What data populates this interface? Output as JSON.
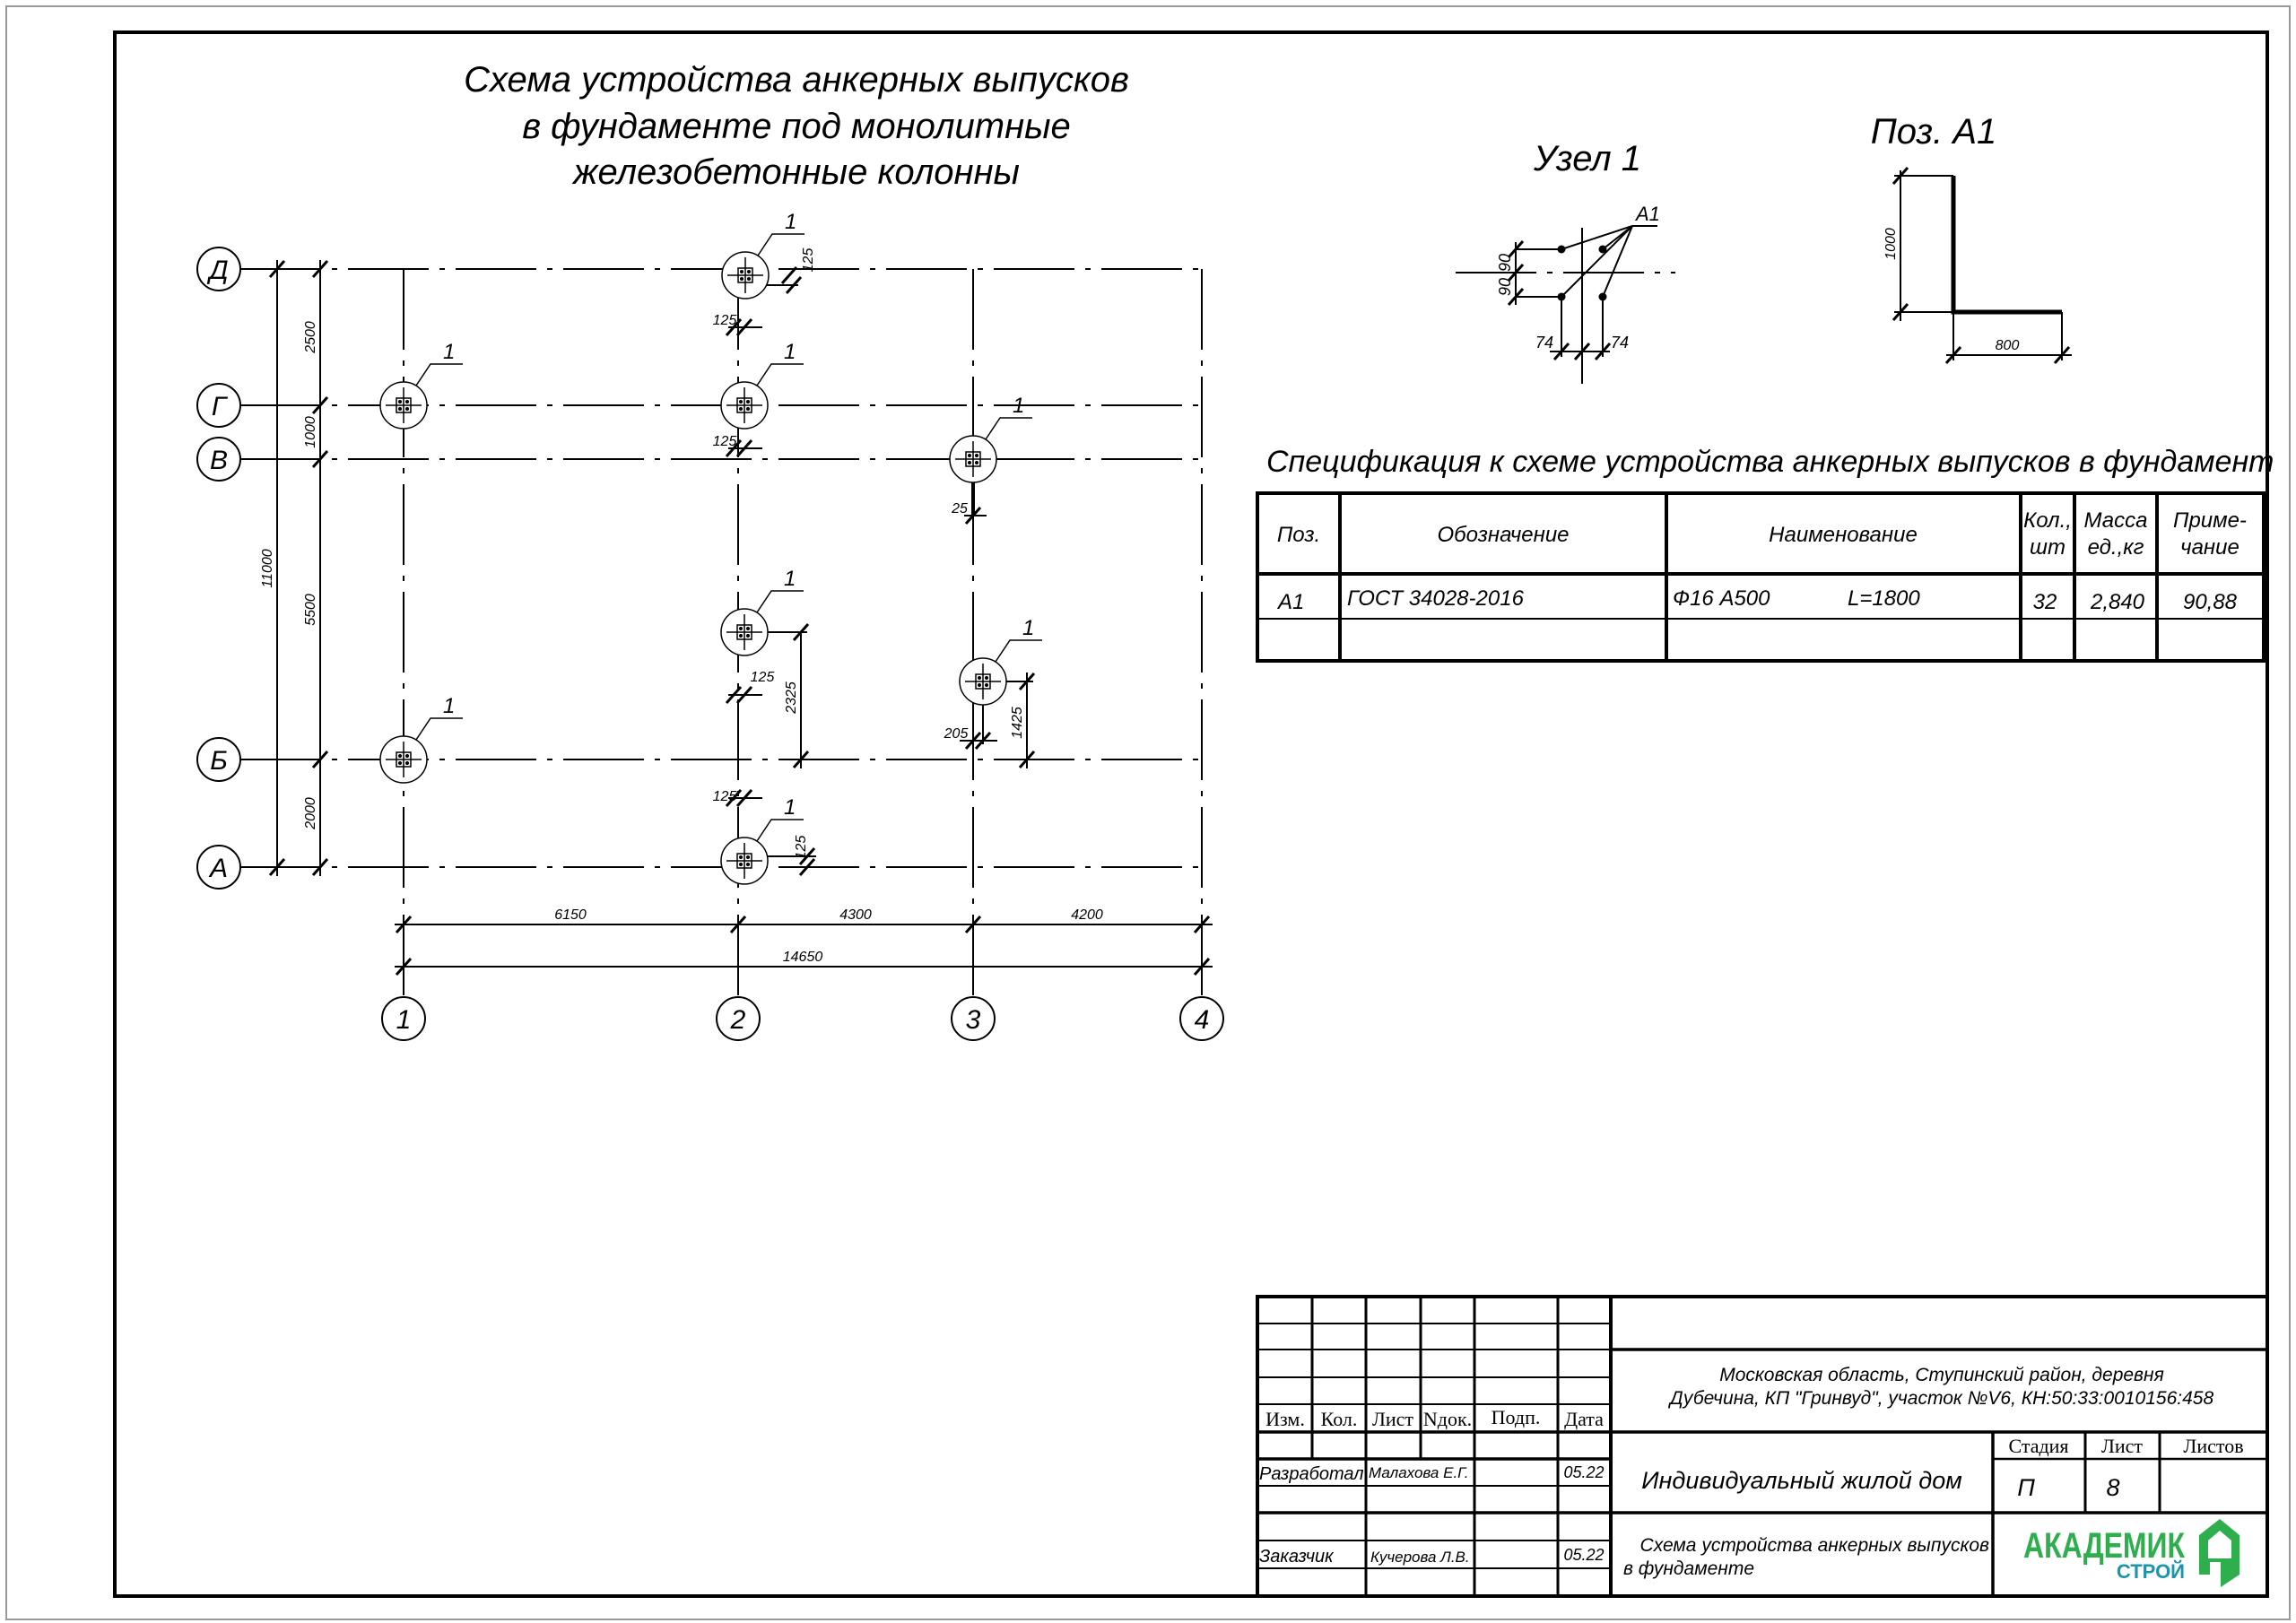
{
  "title_lines": [
    "Схема устройства анкерных выпусков",
    "в фундаменте под монолитные",
    "железобетонные колонны"
  ],
  "axes": {
    "rows": [
      "Д",
      "Г",
      "В",
      "Б",
      "А"
    ],
    "cols": [
      "1",
      "2",
      "3",
      "4"
    ]
  },
  "dims": {
    "left_chain": [
      "2500",
      "1000",
      "5500",
      "2000"
    ],
    "left_total": "11000",
    "bottom_chain": [
      "6150",
      "4300",
      "4200"
    ],
    "bottom_total": "14650",
    "local": [
      "125",
      "125",
      "125",
      "25",
      "125",
      "2325",
      "205",
      "1425",
      "125",
      "125"
    ]
  },
  "column_mark": "1",
  "node": {
    "title": "Узел 1",
    "label": "А1",
    "dim_v": [
      "90",
      "90"
    ],
    "dim_h": [
      "74",
      "74"
    ]
  },
  "pos": {
    "title": "Поз. А1",
    "height": "1000",
    "width": "800"
  },
  "spec": {
    "title": "Спецификация к схеме устройства анкерных выпусков в фундамент",
    "headers": {
      "pos": "Поз.",
      "designation": "Обозначение",
      "name": "Наименование",
      "qty": [
        "Кол.,",
        "шт"
      ],
      "mass": [
        "Масса",
        "ед.,кг"
      ],
      "note": [
        "Приме-",
        "чание"
      ]
    },
    "rows": [
      {
        "pos": "А1",
        "designation": "ГОСТ 34028-2016",
        "name": "Ф16 А500",
        "length": "L=1800",
        "qty": "32",
        "mass": "2,840",
        "note": "90,88"
      }
    ]
  },
  "title_block": {
    "headers": [
      "Изм.",
      "Кол.",
      "Лист",
      "Nдок.",
      "Подп.",
      "Дата"
    ],
    "developed_label": "Разработал",
    "developed_name": "Малахова Е.Г.",
    "developed_date": "05.22",
    "customer_label": "Заказчик",
    "customer_name": "Кучерова Л.В.",
    "customer_date": "05.22",
    "address": [
      "Московская область, Ступинский район, деревня",
      "Дубечина, КП \"Гринвуд\", участок №V6, КН:50:33:0010156:458"
    ],
    "object": "Индивидуальный жилой дом",
    "stage_label": "Стадия",
    "sheet_label": "Лист",
    "sheets_label": "Листов",
    "stage": "П",
    "sheet": "8",
    "sheet_title": [
      "Схема устройства анкерных выпусков",
      "в фундаменте"
    ]
  },
  "logo": {
    "line1": "АКАДЕМИК",
    "line2": "СТРОЙ",
    "color_a": "#3bb54a",
    "color_b": "#1a8fb0"
  }
}
